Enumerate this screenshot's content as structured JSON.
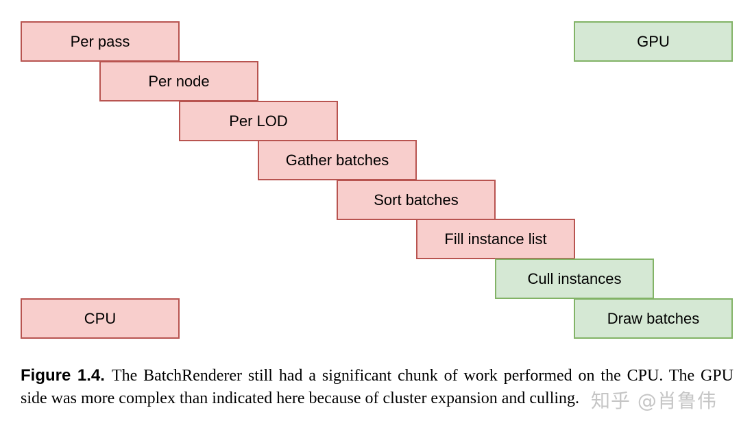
{
  "diagram": {
    "boxes": {
      "per_pass": "Per pass",
      "per_node": "Per node",
      "per_lod": "Per LOD",
      "gather_batches": "Gather batches",
      "sort_batches": "Sort batches",
      "fill_instance_list": "Fill instance list",
      "cull_instances": "Cull instances",
      "draw_batches": "Draw batches"
    },
    "legend": {
      "cpu": "CPU",
      "gpu": "GPU"
    },
    "colors": {
      "cpu_fill": "#f8cecc",
      "cpu_border": "#b85450",
      "gpu_fill": "#d5e8d4",
      "gpu_border": "#82b366"
    }
  },
  "caption": {
    "label": "Figure 1.4.",
    "text": "The BatchRenderer still had a significant chunk of work performed on the CPU. The GPU side was more complex than indicated here because of cluster expansion and culling."
  },
  "watermark": {
    "text": "知乎 @肖鲁伟"
  }
}
